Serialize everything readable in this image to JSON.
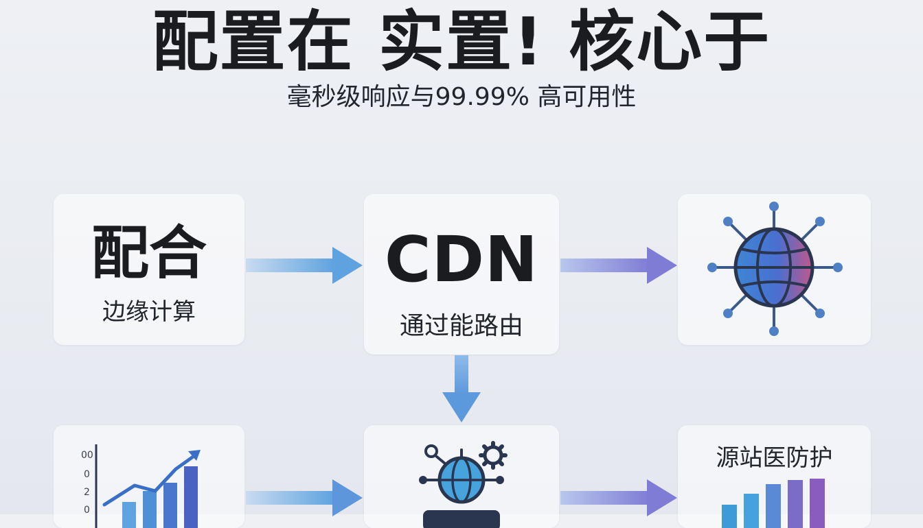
{
  "header": {
    "title": "配置在 实置! 核心于",
    "subtitle": "毫秒级响应与99.99% 高可用性"
  },
  "cards": {
    "edge": {
      "big": "配合",
      "small": "边缘计算"
    },
    "cdn": {
      "big": "CDN",
      "small": "通过能路由"
    },
    "globe": {
      "icon": "globe-network-icon"
    },
    "chart": {
      "icon": "bar-chart-trend-icon",
      "ticks": [
        "00",
        "0",
        "2",
        "0"
      ]
    },
    "server": {
      "icon": "server-gear-icon"
    },
    "origin": {
      "small": "源站医防护",
      "icon": "bar-chart-icon"
    }
  },
  "colors": {
    "arrow_light": "#9fc3e6",
    "arrow_blue": "#5b8fd0",
    "arrow_violet": "#7d7ad0",
    "globe_blue": "#3a7fd0",
    "globe_pink": "#c0588a",
    "icon_dark": "#2a3550"
  }
}
